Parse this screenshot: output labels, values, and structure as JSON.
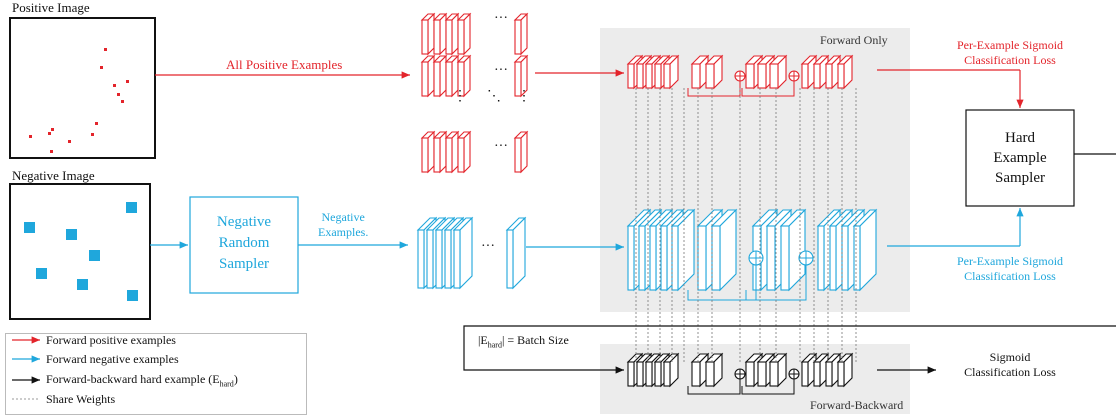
{
  "positive_image_label": "Positive Image",
  "negative_image_label": "Negative Image",
  "all_positive_label": "All Positive Examples",
  "negative_examples_label": [
    "Negative",
    "Examples."
  ],
  "negative_sampler_label": [
    "Negative",
    "Random",
    "Sampler"
  ],
  "forward_only_label": "Forward Only",
  "forward_backward_label": "Forward-Backward",
  "pos_loss_label": [
    "Per-Example Sigmoid",
    "Classification Loss"
  ],
  "neg_loss_label": [
    "Per-Example Sigmoid",
    "Classification Loss"
  ],
  "hard_sampler_label": [
    "Hard",
    "Example",
    "Sampler"
  ],
  "batch_label": {
    "prefix": "|E",
    "sub": "hard",
    "suffix": "| = Batch Size"
  },
  "sigmoid_loss_label": [
    "Sigmoid",
    "Classification Loss"
  ],
  "legend": {
    "pos": "Forward positive examples",
    "neg": "Forward negative examples",
    "hard": {
      "prefix": "Forward-backward hard example (E",
      "sub": "hard",
      "suffix": ")"
    },
    "share": "Share Weights"
  },
  "colors": {
    "positive": "#e3242b",
    "negative": "#1fa7dc",
    "hard": "#111111",
    "panel": "#ececec"
  }
}
